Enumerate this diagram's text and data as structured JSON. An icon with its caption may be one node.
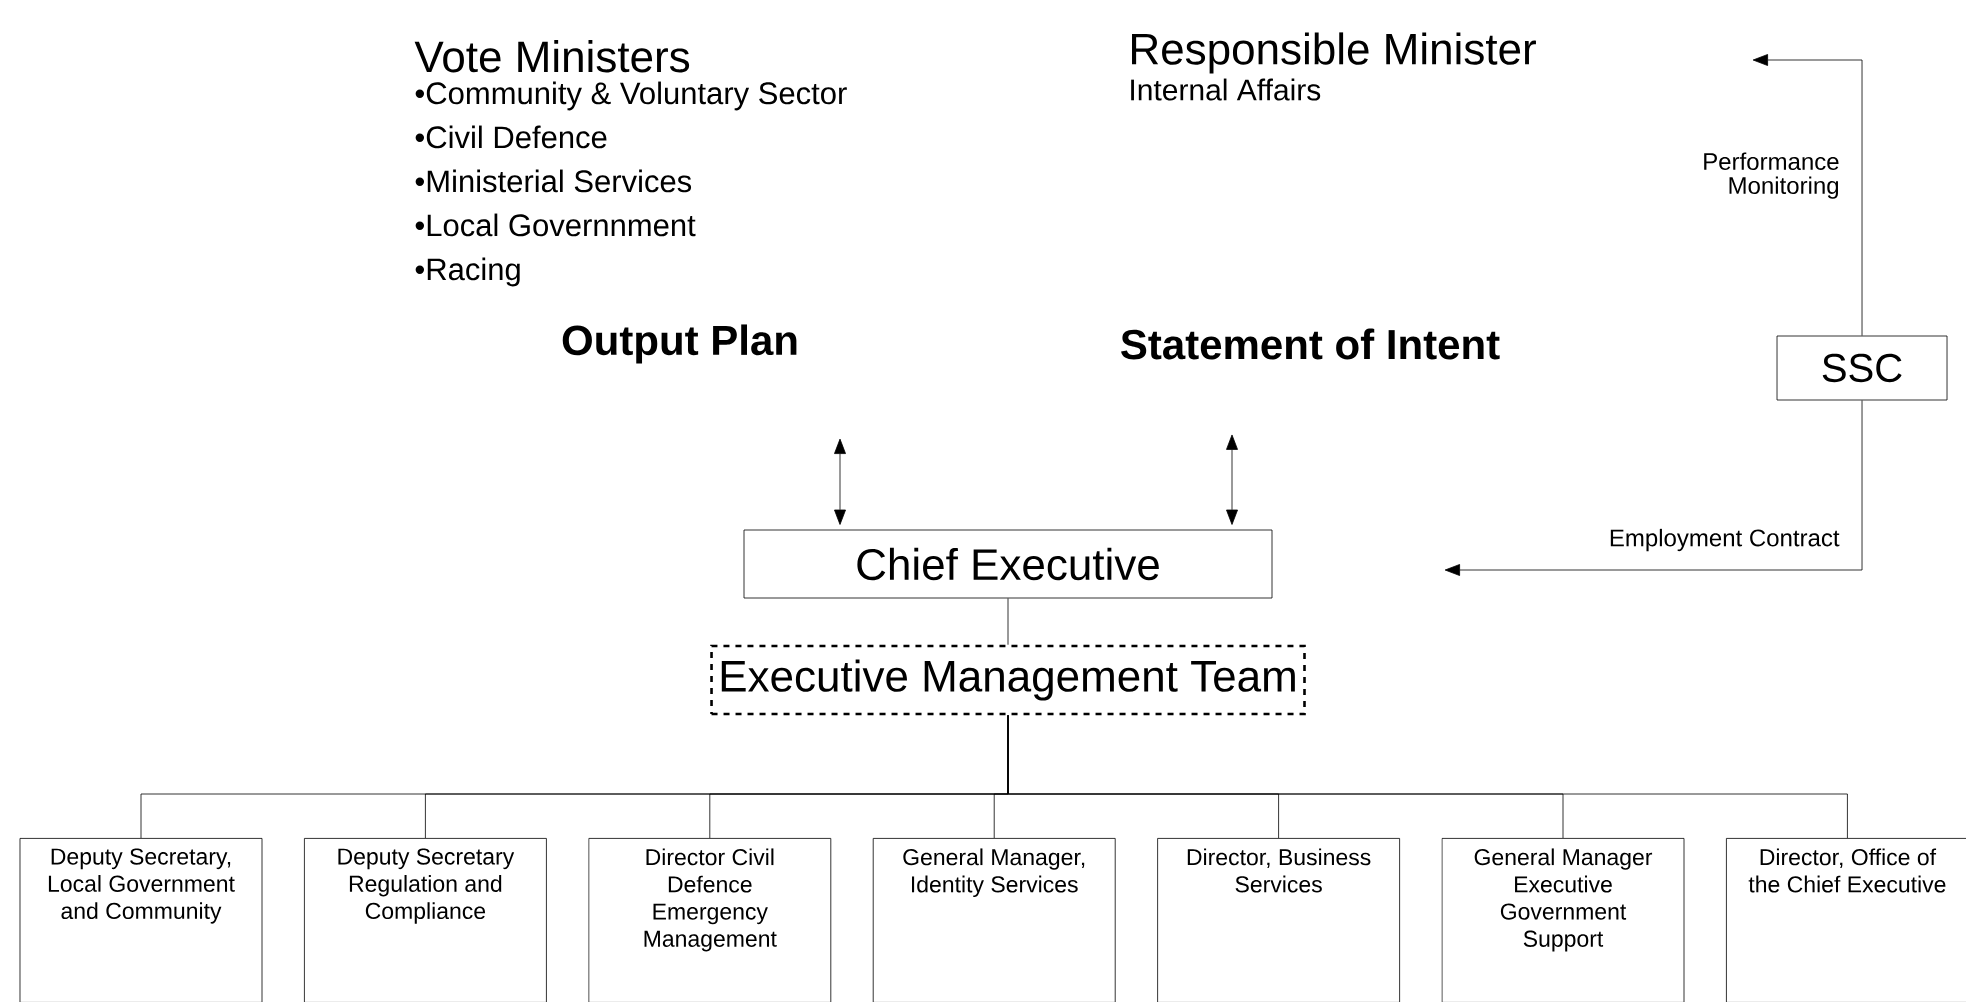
{
  "diagram": {
    "nodes": [
      {
        "text": [
          "Responsible Minister",
          "Internal Affairs"
        ]
      },
      {
        "text": [
          "Output Plan"
        ]
      },
      {
        "text": [
          "Statement of Intent"
        ]
      },
      {
        "text": [
          "SSC"
        ]
      },
      {
        "text": [
          "Chief Executive"
        ]
      },
      {
        "text": [
          "Executive Management Team"
        ]
      },
      {
        "text": [
          "Deputy Secretary, Local Government and Community"
        ]
      },
      {
        "text": [
          "Deputy Secretary Regulation and Compliance"
        ]
      },
      {
        "text": [
          "Director Civil Defence Emergency Management"
        ]
      },
      {
        "text": [
          "General Manager, Identity Services"
        ]
      },
      {
        "text": [
          "Director, Business Services"
        ]
      },
      {
        "text": [
          "General Manager Executive Government Support"
        ]
      },
      {
        "text": [
          "Director, Office of the Chief Executive"
        ]
      }
    ],
    "edges": [
      {
        "from": 1,
        "to": 4,
        "arrow": "both"
      },
      {
        "from": 2,
        "to": 4,
        "arrow": "both"
      },
      {
        "from": 3,
        "to": null,
        "arrow": "to",
        "label": "Performance Monitoring"
      },
      {
        "from": 3,
        "to": null,
        "arrow": "to",
        "label": "Employment Contract"
      },
      {
        "from": 4,
        "to": 5,
        "arrow": "none"
      },
      {
        "from": 5,
        "to": 6,
        "arrow": "none"
      },
      {
        "from": 5,
        "to": 7,
        "arrow": "none"
      },
      {
        "from": 5,
        "to": 8,
        "arrow": "none"
      },
      {
        "from": 5,
        "to": 9,
        "arrow": "none"
      },
      {
        "from": 5,
        "to": 10,
        "arrow": "none"
      },
      {
        "from": 5,
        "to": 11,
        "arrow": "none"
      },
      {
        "from": 5,
        "to": 12,
        "arrow": "none"
      }
    ],
    "labels": [
      "Vote Ministers",
      "•Community & Voluntary Sector",
      "•Civil Defence",
      "•Ministerial Services",
      "•Local Governnment",
      "•Racing"
    ]
  }
}
